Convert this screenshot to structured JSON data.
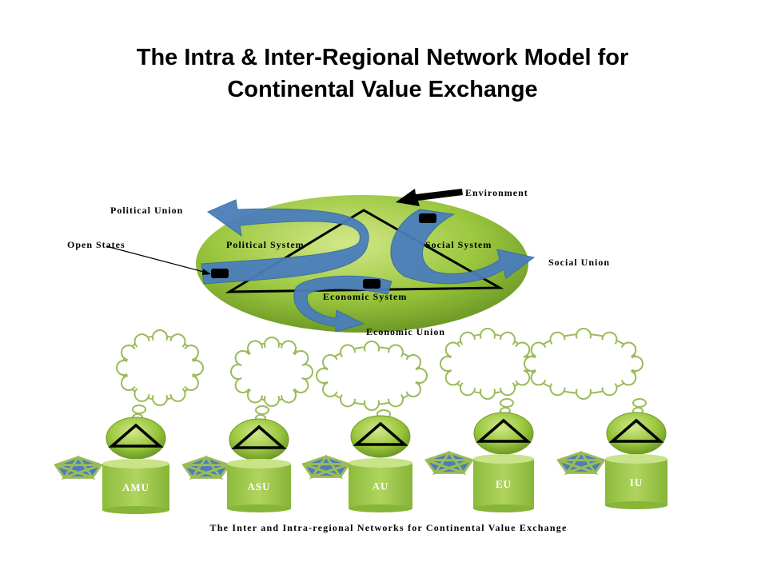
{
  "title_line1": "The Intra & Inter-Regional Network Model for",
  "title_line2": "Continental Value Exchange",
  "model": {
    "environment": "Environment",
    "political_union": "Political Union",
    "open_states": "Open States",
    "political_system": "Political System",
    "social_system": "Social System",
    "social_union": "Social Union",
    "economic_system": "Economic System",
    "economic_union": "Economic Union"
  },
  "regions": [
    "AMU",
    "ASU",
    "AU",
    "EU",
    "IU"
  ],
  "caption": "The Inter and Intra-regional Networks for Continental Value Exchange",
  "colors": {
    "green": "#8fbf3a",
    "blue": "#4a7ebb",
    "cloud": "#9bbb59"
  }
}
